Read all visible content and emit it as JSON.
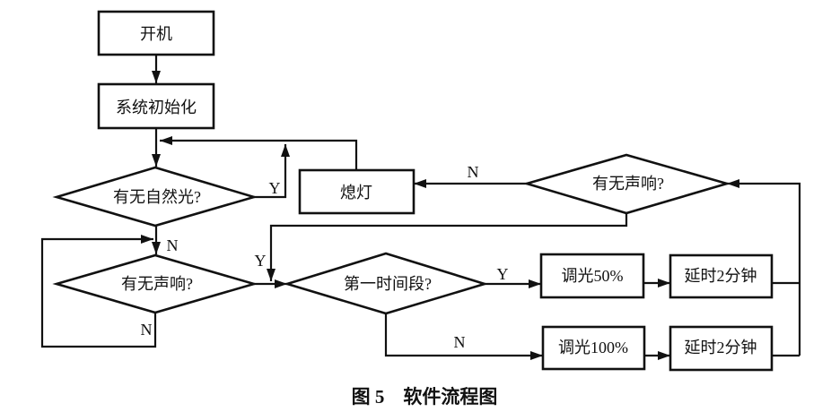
{
  "figure": {
    "caption": "图 5　软件流程图"
  },
  "nodes": {
    "power_on": "开机",
    "system_init": "系统初始化",
    "natural_light_check": "有无自然光?",
    "lights_off": "熄灯",
    "sound_check_right": "有无声响?",
    "sound_check_left": "有无声响?",
    "first_time_period_check": "第一时间段?",
    "dim_50": "调光50%",
    "delay_2min_top": "延时2分钟",
    "dim_100": "调光100%",
    "delay_2min_bottom": "延时2分钟"
  },
  "branch_labels": {
    "natural_light_yes": "Y",
    "natural_light_no": "N",
    "sound_left_no": "N",
    "sound_right_no": "N",
    "sound_right_yes": "Y",
    "first_period_yes": "Y",
    "first_period_no": "N"
  },
  "colors": {
    "line": "#111111",
    "background": "#ffffff"
  }
}
